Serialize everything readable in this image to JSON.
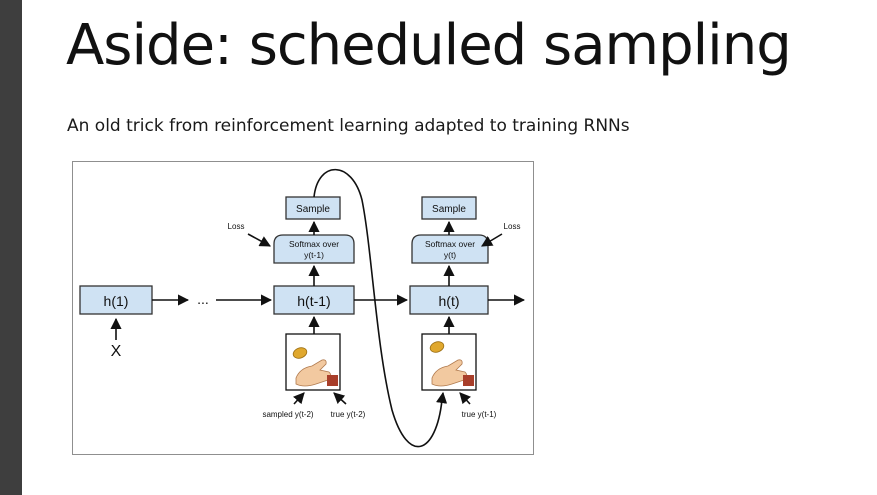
{
  "slide": {
    "title": "Aside: scheduled sampling",
    "subtitle": "An old trick from reinforcement learning adapted to training RNNs"
  },
  "colors": {
    "box_fill": "#cfe2f3",
    "box_stroke": "#333333",
    "left_bar": "#3e3e3e",
    "text": "#111111"
  },
  "diagram": {
    "h1": "h(1)",
    "ellipsis": "...",
    "x_label": "X",
    "ht1": "h(t-1)",
    "ht": "h(t)",
    "sample_left": "Sample",
    "sample_right": "Sample",
    "softmax_left_line1": "Softmax over",
    "softmax_left_line2": "y(t-1)",
    "softmax_right_line1": "Softmax over",
    "softmax_right_line2": "y(t)",
    "loss_left": "Loss",
    "loss_right": "Loss",
    "sampled_label": "sampled y(t-2)",
    "true_label_left": "true y(t-2)",
    "true_label_right": "true y(t-1)"
  }
}
